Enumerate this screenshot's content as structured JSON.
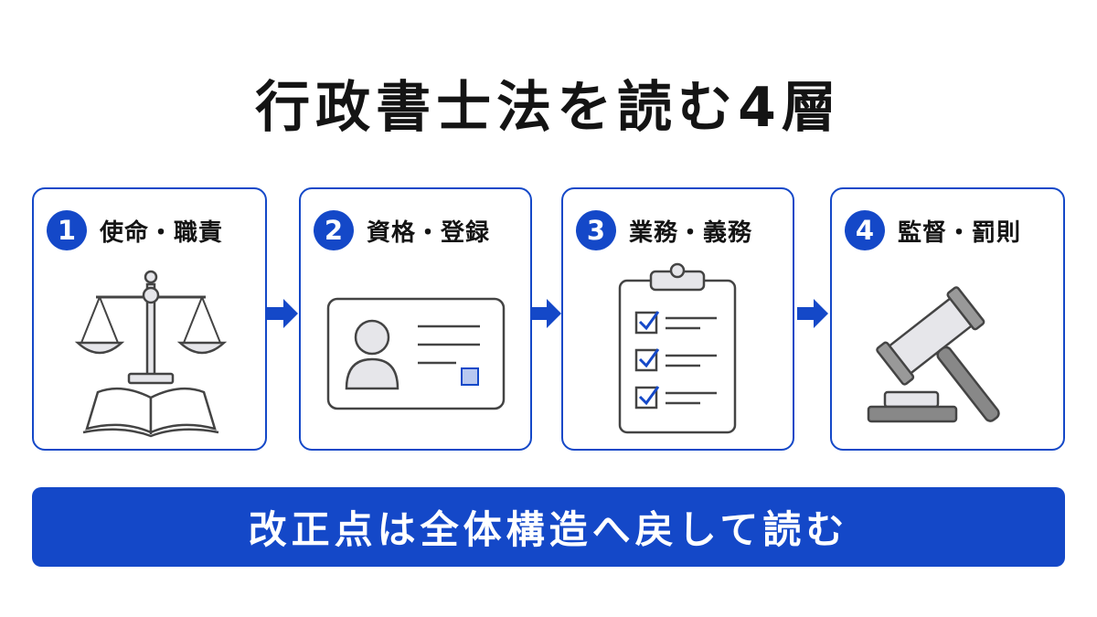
{
  "title": "行政書士法を読む4層",
  "steps": [
    {
      "number": "1",
      "label": "使命・職責",
      "icon": "scales-and-book-icon"
    },
    {
      "number": "2",
      "label": "資格・登録",
      "icon": "id-card-icon"
    },
    {
      "number": "3",
      "label": "業務・義務",
      "icon": "checklist-clipboard-icon"
    },
    {
      "number": "4",
      "label": "監督・罰則",
      "icon": "gavel-icon"
    }
  ],
  "banner": "改正点は全体構造へ戻して読む",
  "colors": {
    "accent": "#1448c8",
    "text": "#141414",
    "icon_fill": "#e6e6ea",
    "icon_stroke": "#444444"
  }
}
